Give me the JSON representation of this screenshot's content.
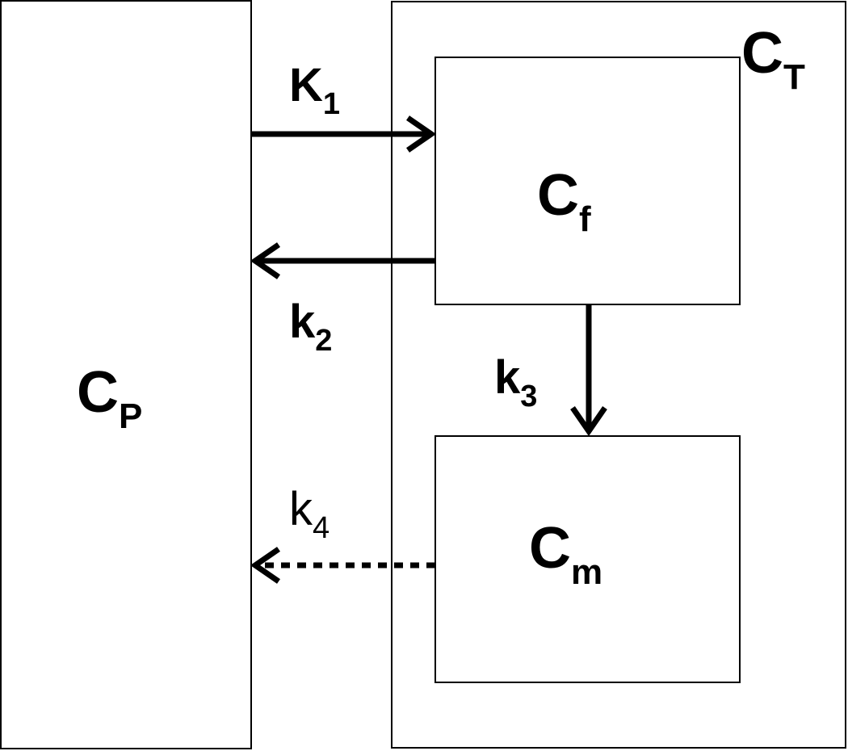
{
  "compartments": {
    "plasma": {
      "main": "C",
      "sub": "P"
    },
    "tissue": {
      "main": "C",
      "sub": "T"
    },
    "free": {
      "main": "C",
      "sub": "f"
    },
    "metabolite": {
      "main": "C",
      "sub": "m"
    }
  },
  "rates": {
    "K1": {
      "main": "K",
      "sub": "1",
      "style": "solid"
    },
    "k2": {
      "main": "k",
      "sub": "2",
      "style": "solid"
    },
    "k3": {
      "main": "k",
      "sub": "3",
      "style": "solid"
    },
    "k4": {
      "main": "k",
      "sub": "4",
      "style": "dotted"
    }
  }
}
